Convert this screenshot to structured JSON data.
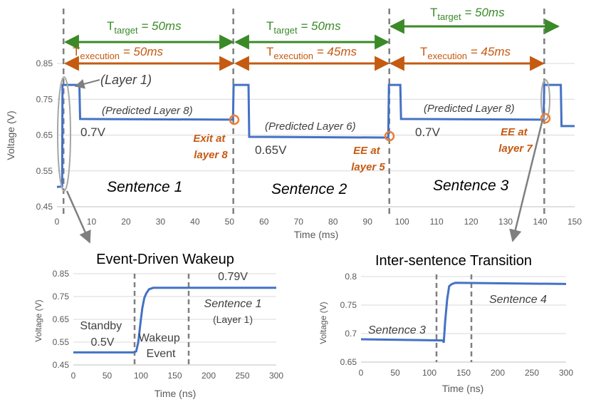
{
  "colors": {
    "line": "#4472C4",
    "target": "#3A8A28",
    "execution": "#C55A11",
    "dash": "#7F7F7F",
    "ellipse": "#A6A6A6",
    "text": "#404040"
  },
  "chart_data": [
    {
      "type": "line",
      "xlabel": "Time (ms)",
      "ylabel": "Voltage  (V)",
      "xlim": [
        0,
        150
      ],
      "ylim": [
        0.45,
        0.85
      ],
      "x_ticks": [
        "0",
        "10",
        "20",
        "30",
        "40",
        "50",
        "60",
        "70",
        "80",
        "90",
        "100",
        "110",
        "120",
        "130",
        "140",
        "150"
      ],
      "y_ticks": [
        "0.85",
        "0.75",
        "0.65",
        "0.55",
        "0.45"
      ],
      "series": [
        {
          "values": [
            [
              0,
              0.505
            ],
            [
              1.5,
              0.507
            ],
            [
              1.6,
              0.79
            ],
            [
              6.5,
              0.79
            ],
            [
              6.7,
              0.695
            ],
            [
              51,
              0.693
            ],
            [
              51.2,
              0.79
            ],
            [
              55.5,
              0.79
            ],
            [
              55.7,
              0.645
            ],
            [
              96,
              0.643
            ],
            [
              96.2,
              0.79
            ],
            [
              99.5,
              0.79
            ],
            [
              99.7,
              0.695
            ],
            [
              141,
              0.693
            ],
            [
              141.2,
              0.79
            ],
            [
              146,
              0.79
            ],
            [
              146.2,
              0.675
            ],
            [
              150,
              0.675
            ]
          ]
        }
      ],
      "target_label": {
        "main": "T",
        "sub": "target",
        "rest": " = 50ms"
      },
      "exec_labels": [
        {
          "main": "T",
          "sub": "execution",
          "rest": " = 50ms"
        },
        {
          "main": "T",
          "sub": "execution",
          "rest": " = 45ms"
        },
        {
          "main": "T",
          "sub": "execution",
          "rest": " = 45ms"
        }
      ],
      "annotations": {
        "layer1": "(Layer 1)",
        "pred1": "(Predicted Layer 8)",
        "pred2": "(Predicted Layer 6)",
        "pred3": "(Predicted Layer 8)",
        "v1": "0.7V",
        "v2": "0.65V",
        "v3": "0.7V",
        "exit1": [
          "Exit at",
          "layer 8"
        ],
        "exit2": [
          "EE at",
          "layer 5"
        ],
        "exit3": [
          "EE at",
          "layer 7"
        ],
        "s1": "Sentence 1",
        "s2": "Sentence 2",
        "s3": "Sentence 3"
      }
    },
    {
      "type": "line",
      "title": "Event-Driven Wakeup",
      "xlabel": "Time (ns)",
      "ylabel": "Voltage (V)",
      "xlim": [
        0,
        300
      ],
      "ylim": [
        0.45,
        0.85
      ],
      "x_ticks": [
        "0",
        "50",
        "100",
        "150",
        "200",
        "250",
        "300"
      ],
      "y_ticks": [
        "0.85",
        "0.75",
        "0.65",
        "0.55",
        "0.45"
      ],
      "series": [
        {
          "values": [
            [
              0,
              0.505
            ],
            [
              90,
              0.505
            ],
            [
              93,
              0.51
            ],
            [
              96,
              0.55
            ],
            [
              99,
              0.63
            ],
            [
              102,
              0.7
            ],
            [
              105,
              0.745
            ],
            [
              108,
              0.765
            ],
            [
              112,
              0.782
            ],
            [
              118,
              0.788
            ],
            [
              300,
              0.788
            ]
          ]
        }
      ],
      "annotations": {
        "standby": [
          "Standby",
          "0.5V"
        ],
        "wakeup": [
          "Wakeup",
          "Event"
        ],
        "v": "0.79V",
        "sentence": "Sentence 1",
        "layer": "(Layer 1)"
      }
    },
    {
      "type": "line",
      "title": "Inter-sentence Transition",
      "xlabel": "Time (ns)",
      "ylabel": "Voltage (V)",
      "xlim": [
        0,
        300
      ],
      "ylim": [
        0.65,
        0.8
      ],
      "x_ticks": [
        "0",
        "50",
        "100",
        "150",
        "200",
        "250",
        "300"
      ],
      "y_ticks": [
        "0.8",
        "0.75",
        "0.7",
        "0.65"
      ],
      "series": [
        {
          "values": [
            [
              0,
              0.69
            ],
            [
              120,
              0.688
            ],
            [
              121,
              0.684
            ],
            [
              123,
              0.72
            ],
            [
              126,
              0.76
            ],
            [
              129,
              0.783
            ],
            [
              133,
              0.787
            ],
            [
              138,
              0.789
            ],
            [
              300,
              0.787
            ]
          ]
        }
      ],
      "annotations": {
        "s3": "Sentence 3",
        "s4": "Sentence 4"
      }
    }
  ]
}
